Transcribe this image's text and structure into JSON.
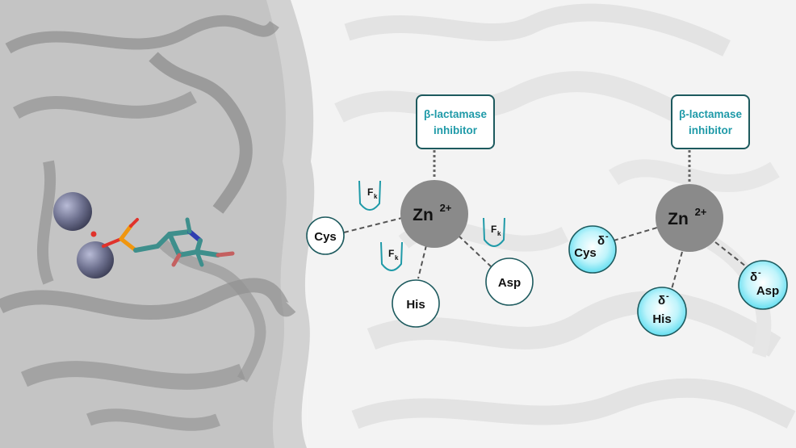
{
  "colors": {
    "teal_dark": "#1d5a5e",
    "teal_text": "#1f9aa8",
    "zinc_gray": "#8a8a8a",
    "cyan_fill": "#5fe0f2",
    "zinc_sphere": "#6b6e8c",
    "phosphorus": "#f0960f",
    "ligand_teal": "#3e8f8c"
  },
  "panel_a": {
    "inhibitor_line1": "β-lactamase",
    "inhibitor_line2": "inhibitor",
    "zn_base": "Zn",
    "zn_charge": "2+",
    "residues": {
      "cys": "Cys",
      "his": "His",
      "asp": "Asp"
    },
    "fk_base": "F",
    "fk_sub": "k"
  },
  "panel_b": {
    "inhibitor_line1": "β-lactamase",
    "inhibitor_line2": "inhibitor",
    "zn_base": "Zn",
    "zn_charge": "2+",
    "residues": {
      "cys": "Cys",
      "his": "His",
      "asp": "Asp"
    },
    "delta_base": "δ",
    "delta_sign": "-"
  }
}
